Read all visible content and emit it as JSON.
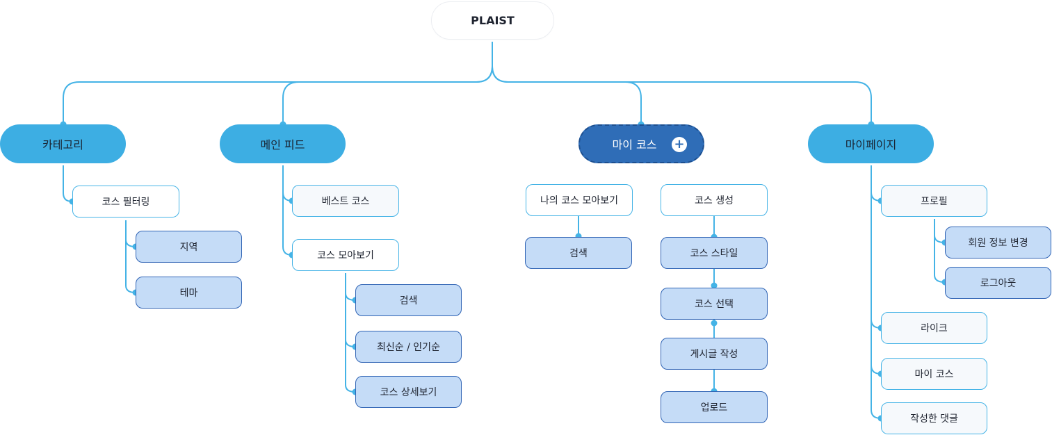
{
  "root": {
    "label": "PLAIST"
  },
  "colors": {
    "line": "#44b3e6",
    "main": "#3daee3",
    "selected": "#2f6db7",
    "leaf": "#c5dcf7",
    "leaf_border": "#2f63b4"
  },
  "branches": {
    "category": {
      "label": "카테고리",
      "course_filtering": {
        "label": "코스 필터링",
        "children": [
          "지역",
          "테마"
        ]
      }
    },
    "main_feed": {
      "label": "메인 피드",
      "best_course": {
        "label": "베스트 코스"
      },
      "course_browse": {
        "label": "코스 모아보기",
        "children": [
          "검색",
          "최신순 / 인기순",
          "코스 상세보기"
        ]
      }
    },
    "my_course": {
      "label": "마이 코스",
      "plus_icon": "plus-icon",
      "my_browse": {
        "label": "나의 코스 모아보기",
        "children": [
          "검색"
        ]
      },
      "create": {
        "label": "코스 생성",
        "children": [
          "코스 스타일",
          "코스 선택",
          "게시글 작성",
          "업로드"
        ]
      }
    },
    "mypage": {
      "label": "마이페이지",
      "profile": {
        "label": "프로필",
        "children": [
          "회원 정보 변경",
          "로그아웃"
        ]
      },
      "items": [
        "라이크",
        "마이 코스",
        "작성한 댓글"
      ]
    }
  }
}
